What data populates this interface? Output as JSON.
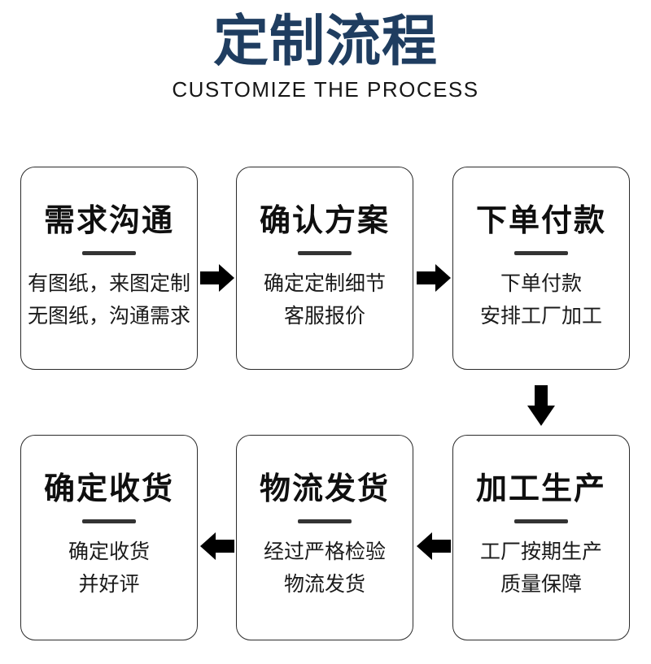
{
  "title": "定制流程",
  "subtitle": "CUSTOMIZE THE PROCESS",
  "colors": {
    "title_navy": "#1f3d60",
    "text_black": "#1a1a1a",
    "divider_gray": "#333333",
    "arrow_black": "#000000",
    "box_border": "#2b2b2b",
    "background": "#ffffff"
  },
  "steps": [
    {
      "title": "需求沟通",
      "lines": [
        "有图纸，来图定制",
        "无图纸，沟通需求"
      ]
    },
    {
      "title": "确认方案",
      "lines": [
        "确定定制细节",
        "客服报价"
      ]
    },
    {
      "title": "下单付款",
      "lines": [
        "下单付款",
        "安排工厂加工"
      ]
    },
    {
      "title": "加工生产",
      "lines": [
        "工厂按期生产",
        "质量保障"
      ]
    },
    {
      "title": "物流发货",
      "lines": [
        "经过严格检验",
        "物流发货"
      ]
    },
    {
      "title": "确定收货",
      "lines": [
        "确定收货",
        "并好评"
      ]
    }
  ],
  "flow": {
    "top_row_order": [
      "需求沟通",
      "确认方案",
      "下单付款"
    ],
    "bottom_row_order": [
      "确定收货",
      "物流发货",
      "加工生产"
    ],
    "direction": "clockwise: right, right, down, left, left"
  }
}
